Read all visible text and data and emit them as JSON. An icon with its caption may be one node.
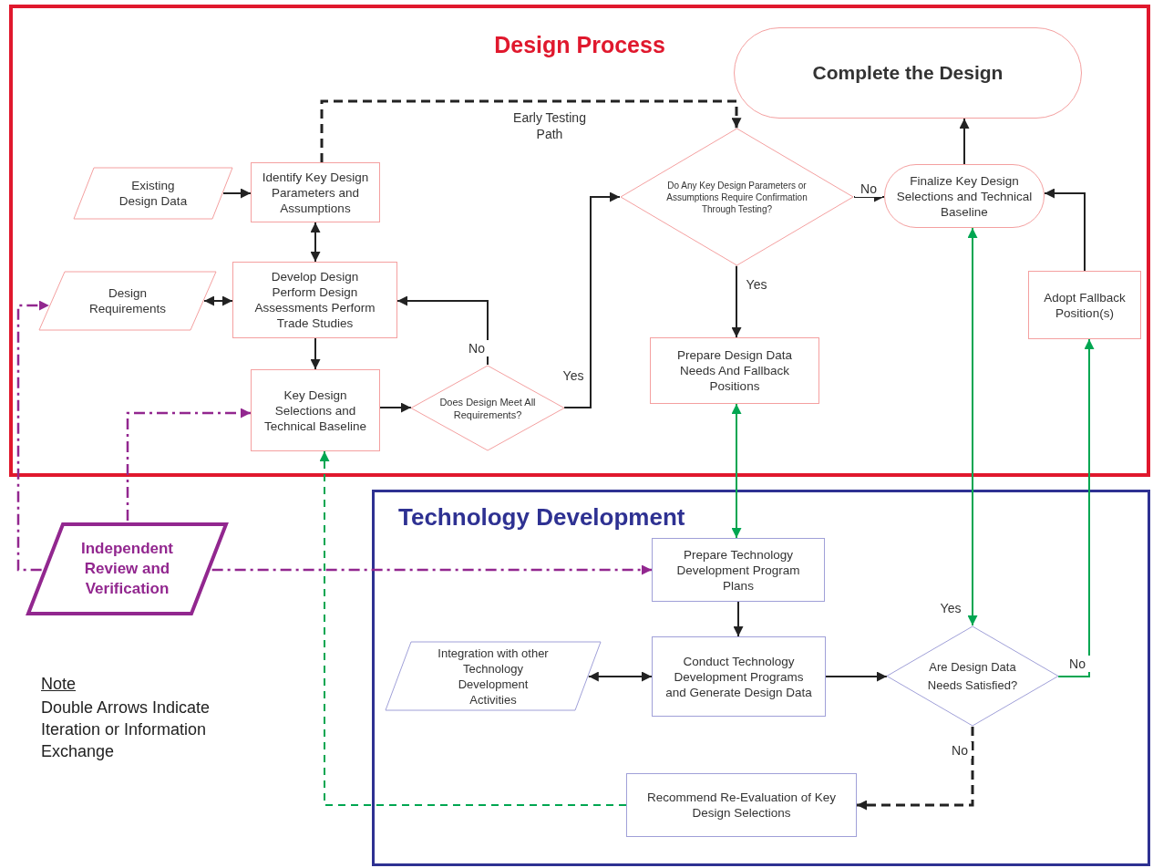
{
  "diagram": {
    "nodes": [
      {
        "text": [
          "Design Process"
        ]
      },
      {
        "text": [
          "Technology Development"
        ]
      },
      {
        "text": [
          "Existing Design Data"
        ],
        "in": 0
      },
      {
        "text": [
          "Identify Key Design Parameters and Assumptions"
        ],
        "in": 0
      },
      {
        "text": [
          "Design Requirements"
        ],
        "in": 0
      },
      {
        "text": [
          "Develop Design Perform Design Assessments Perform Trade Studies"
        ],
        "in": 0
      },
      {
        "text": [
          "Key Design Selections and Technical Baseline"
        ],
        "in": 0
      },
      {
        "text": [
          "Does Design Meet All Requirements?"
        ],
        "in": 0
      },
      {
        "text": [
          "Do Any Key Design Parameters or Assumptions Require Confirmation Through Testing?"
        ],
        "in": 0
      },
      {
        "text": [
          "Prepare Design Data Needs And Fallback Positions"
        ],
        "in": 0
      },
      {
        "text": [
          "Complete the Design"
        ],
        "in": 0
      },
      {
        "text": [
          "Finalize Key Design Selections and Technical Baseline"
        ],
        "in": 0
      },
      {
        "text": [
          "Adopt Fallback Position(s)"
        ],
        "in": 0
      },
      {
        "text": [
          "Independent Review and Verification"
        ]
      },
      {
        "text": [
          "Prepare Technology Development Program Plans"
        ],
        "in": 1
      },
      {
        "text": [
          "Integration with other Technology Development Activities"
        ],
        "in": 1
      },
      {
        "text": [
          "Conduct Technology Development Programs and Generate Design Data"
        ],
        "in": 1
      },
      {
        "text": [
          "Are Design Data Needs Satisfied?"
        ],
        "in": 1
      },
      {
        "text": [
          "Recommend Re-Evaluation of Key Design Selections"
        ],
        "in": 1
      }
    ],
    "edges": [
      {
        "from": 2,
        "to": 3,
        "arrow": "to"
      },
      {
        "from": 3,
        "to": 5,
        "arrow": "both"
      },
      {
        "from": 4,
        "to": 5,
        "arrow": "both"
      },
      {
        "from": 5,
        "to": 6,
        "arrow": "to"
      },
      {
        "from": 6,
        "to": 7,
        "arrow": "to"
      },
      {
        "from": 7,
        "to": 5,
        "arrow": "to",
        "label": "No"
      },
      {
        "from": 7,
        "to": 8,
        "arrow": "to",
        "label": "Yes"
      },
      {
        "from": 3,
        "to": 8,
        "arrow": "to",
        "label": "Early Testing Path",
        "style": "dashed"
      },
      {
        "from": 8,
        "to": 11,
        "arrow": "to",
        "label": "No"
      },
      {
        "from": 8,
        "to": 9,
        "arrow": "to",
        "label": "Yes"
      },
      {
        "from": 11,
        "to": 10,
        "arrow": "to"
      },
      {
        "from": 12,
        "to": 11,
        "arrow": "to"
      },
      {
        "from": 9,
        "to": 14,
        "arrow": "both",
        "color": "#00a651"
      },
      {
        "from": 11,
        "to": 17,
        "arrow": "both",
        "color": "#00a651",
        "label": "Yes"
      },
      {
        "from": 17,
        "to": 12,
        "arrow": "to",
        "color": "#00a651",
        "label": "No"
      },
      {
        "from": 14,
        "to": 16,
        "arrow": "to"
      },
      {
        "from": 16,
        "to": 15,
        "arrow": "both"
      },
      {
        "from": 16,
        "to": 17,
        "arrow": "to"
      },
      {
        "from": 17,
        "to": 18,
        "arrow": "to",
        "style": "dashed",
        "label": "No"
      },
      {
        "from": 18,
        "to": 6,
        "arrow": "to",
        "style": "dashed",
        "color": "#00a651"
      },
      {
        "from": 13,
        "to": 4,
        "arrow": "to",
        "style": "dashed",
        "color": "#92278f"
      },
      {
        "from": 13,
        "to": 6,
        "arrow": "to",
        "style": "dashed",
        "color": "#92278f"
      },
      {
        "from": 13,
        "to": 14,
        "arrow": "to",
        "style": "dashed",
        "color": "#92278f"
      }
    ],
    "labels": [
      "Note",
      "Double Arrows Indicate Iteration or Information Exchange"
    ]
  }
}
